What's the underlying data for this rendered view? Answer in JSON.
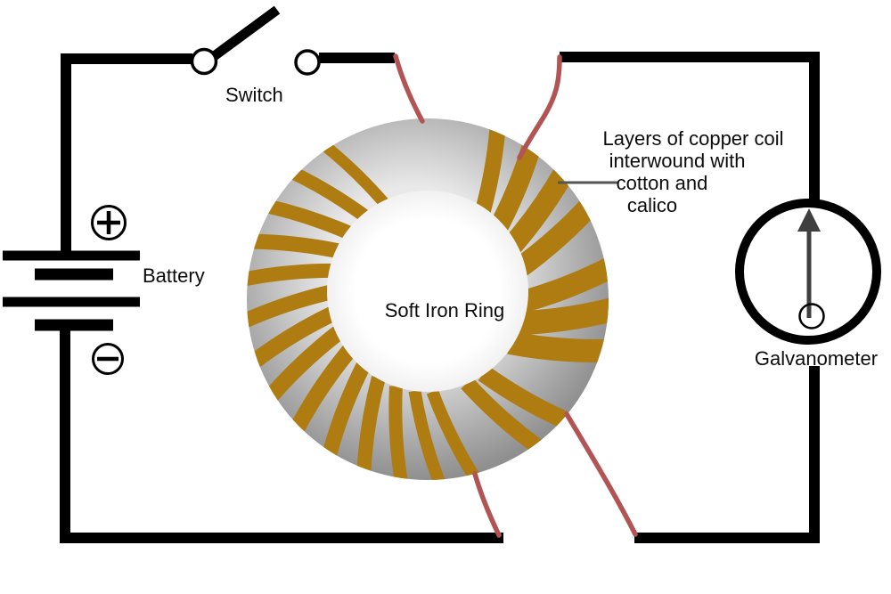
{
  "diagram": {
    "title_context": "Soft iron ring induction circuit",
    "labels": {
      "switch": "Switch",
      "battery": "Battery",
      "soft_iron_ring": "Soft Iron Ring",
      "galvanometer": "Galvanometer",
      "coil_note_lines": [
        "Layers of copper coil",
        "interwound with",
        "cotton and",
        "calico"
      ]
    },
    "battery": {
      "positive_symbol": "+",
      "negative_symbol": "−"
    },
    "colors": {
      "wire_black": "#000000",
      "coil_gold": "#ae7c10",
      "ring_gray": "#ababab",
      "connection_red": "#b25454",
      "needle_gray": "#3f3f3f",
      "leader_gray": "#555555"
    }
  }
}
